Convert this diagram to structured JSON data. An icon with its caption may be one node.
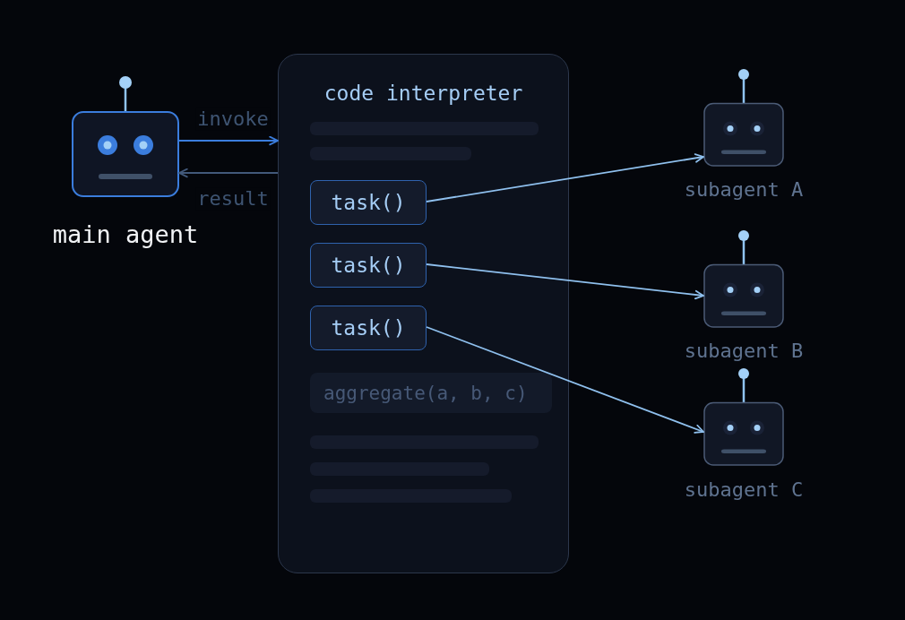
{
  "diagram": {
    "nodes": [
      {
        "text": [],
        "shape": "picture",
        "beside": [
          "main agent"
        ]
      },
      {
        "text": [
          "code interpreter"
        ]
      },
      {
        "text": [
          "task()"
        ],
        "in": 1
      },
      {
        "text": [
          "task()"
        ],
        "in": 1
      },
      {
        "text": [
          "task()"
        ],
        "in": 1
      },
      {
        "text": [
          "aggregate(a, b, c)"
        ],
        "in": 1
      },
      {
        "text": [],
        "shape": "picture",
        "beside": [
          "subagent A"
        ]
      },
      {
        "text": [],
        "shape": "picture",
        "beside": [
          "subagent B"
        ]
      },
      {
        "text": [],
        "shape": "picture",
        "beside": [
          "subagent C"
        ]
      }
    ],
    "edges": [
      {
        "from": 0,
        "to": 1,
        "arrow": "to",
        "label": "invoke",
        "color": "#3b7ddd"
      },
      {
        "from": 1,
        "to": 0,
        "arrow": "to",
        "label": "result",
        "color": "#42597a"
      },
      {
        "from": 2,
        "to": 6,
        "arrow": "to"
      },
      {
        "from": 3,
        "to": 7,
        "arrow": "to"
      },
      {
        "from": 4,
        "to": 8,
        "arrow": "to"
      }
    ]
  }
}
